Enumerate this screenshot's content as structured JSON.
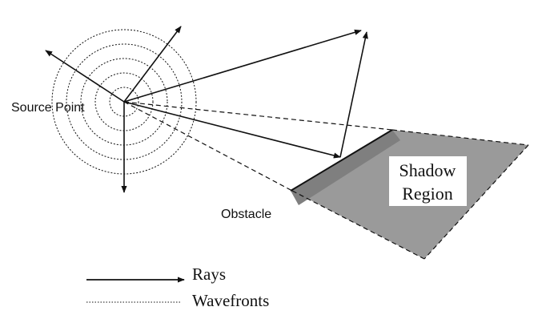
{
  "diagram": {
    "labels": {
      "source_point": "Source Point",
      "obstacle": "Obstacle",
      "shadow_line1": "Shadow",
      "shadow_line2": "Region"
    },
    "legend": {
      "rays": "Rays",
      "wavefronts": "Wavefronts"
    },
    "colors": {
      "stroke": "#111111",
      "shadow_fill": "#9a9a9a",
      "obstacle_fill": "#7f7f7f",
      "background": "#ffffff"
    }
  }
}
